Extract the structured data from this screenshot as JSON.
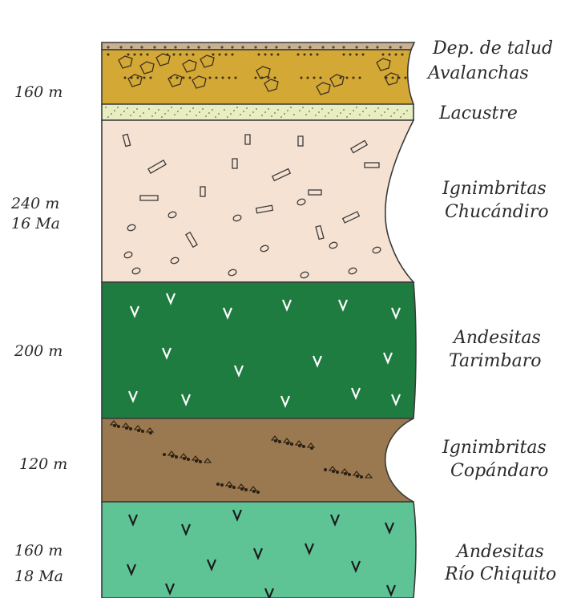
{
  "layers": [
    {
      "id": "talud",
      "name": "Dep. de talud",
      "thickness": "",
      "age": "",
      "color": "#c9b08e",
      "pattern": "gravel"
    },
    {
      "id": "avalanchas",
      "name": "Avalanchas",
      "thickness": "160 m",
      "age": "",
      "color": "#d4a834",
      "pattern": "breccia"
    },
    {
      "id": "lacustre",
      "name": "Lacustre",
      "thickness": "",
      "age": "",
      "color": "#e8eec2",
      "pattern": "dots"
    },
    {
      "id": "chucandiro",
      "name": "Ignimbritas Chucándiro",
      "thickness": "240 m",
      "age": "16 Ma",
      "color": "#f6e2d2",
      "pattern": "crystals"
    },
    {
      "id": "tarimbaro",
      "name": "Andesitas Tarimbaro",
      "thickness": "200 m",
      "age": "",
      "color": "#1e7c40",
      "pattern": "v-marks"
    },
    {
      "id": "copandaro",
      "name": "Ignimbritas Copándaro",
      "thickness": "120 m",
      "age": "",
      "color": "#9a7850",
      "pattern": "clasts"
    },
    {
      "id": "rio-chiquito",
      "name": "Andesitas Río Chiquito",
      "thickness": "160 m",
      "age": "18 Ma",
      "color": "#5ec496",
      "pattern": "v-marks"
    }
  ],
  "labels": {
    "talud": "Dep. de talud",
    "avalanchas": "Avalanchas",
    "lacustre": "Lacustre",
    "chucandiro_1": "Ignimbritas",
    "chucandiro_2": "Chucándiro",
    "tarimbaro_1": "Andesitas",
    "tarimbaro_2": "Tarimbaro",
    "copandaro_1": "Ignimbritas",
    "copandaro_2": "Copándaro",
    "riochiquito_1": "Andesitas",
    "riochiquito_2": "Río Chiquito"
  },
  "thickness_labels": {
    "avalanchas": "160 m",
    "chucandiro": "240 m",
    "chucandiro_age": "16 Ma",
    "tarimbaro": "200 m",
    "copandaro": "120 m",
    "riochiquito": "160 m",
    "riochiquito_age": "18 Ma"
  },
  "colors": {
    "outline": "#3a3a3a",
    "v_mark_dark": "#ffffff",
    "v_mark_light": "#1a1a1a"
  }
}
